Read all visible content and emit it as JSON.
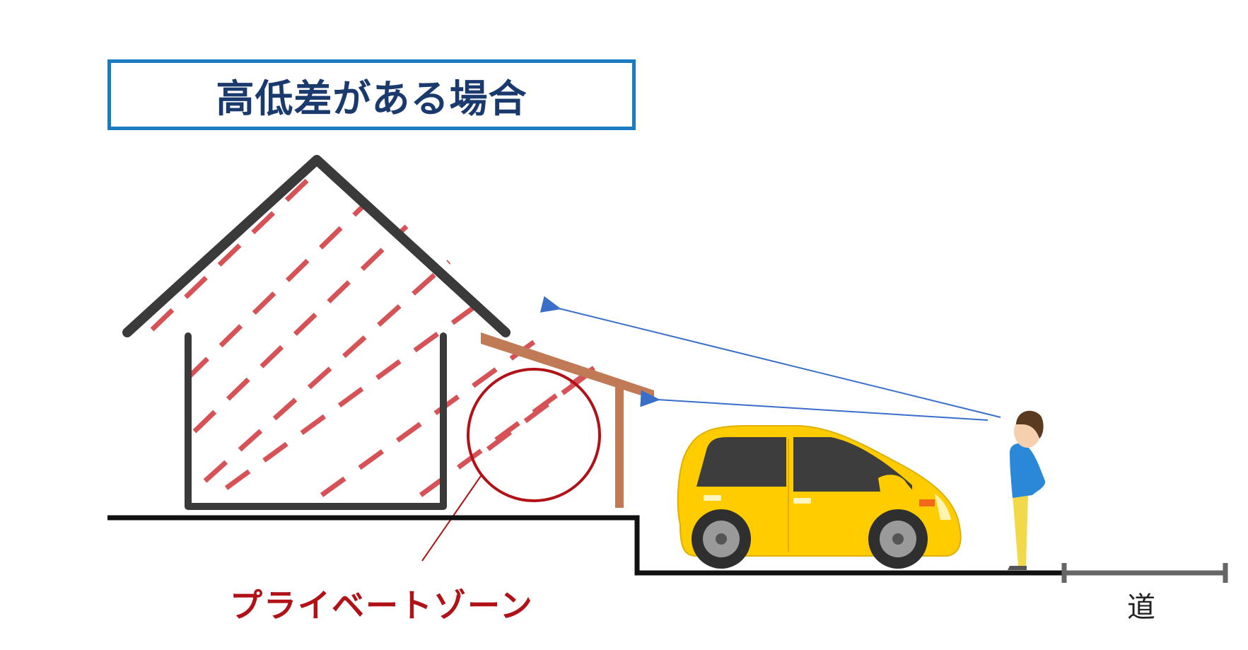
{
  "title": "高低差がある場合",
  "zone_label": "プライベートゾーン",
  "road_label": "道",
  "colors": {
    "title_border": "#1a7bc1",
    "title_text": "#1a3a6e",
    "zone_red": "#b01218",
    "hatch_red": "#d0343a",
    "house_outline": "#3a3a3a",
    "carport_wood": "#c07a55",
    "car_yellow": "#ffcc00",
    "sight_line_blue": "#3a6fc9",
    "ground_black": "#111111",
    "road_gray": "#666666"
  },
  "icons": [
    "house-icon",
    "carport-icon",
    "car-icon",
    "person-icon"
  ]
}
